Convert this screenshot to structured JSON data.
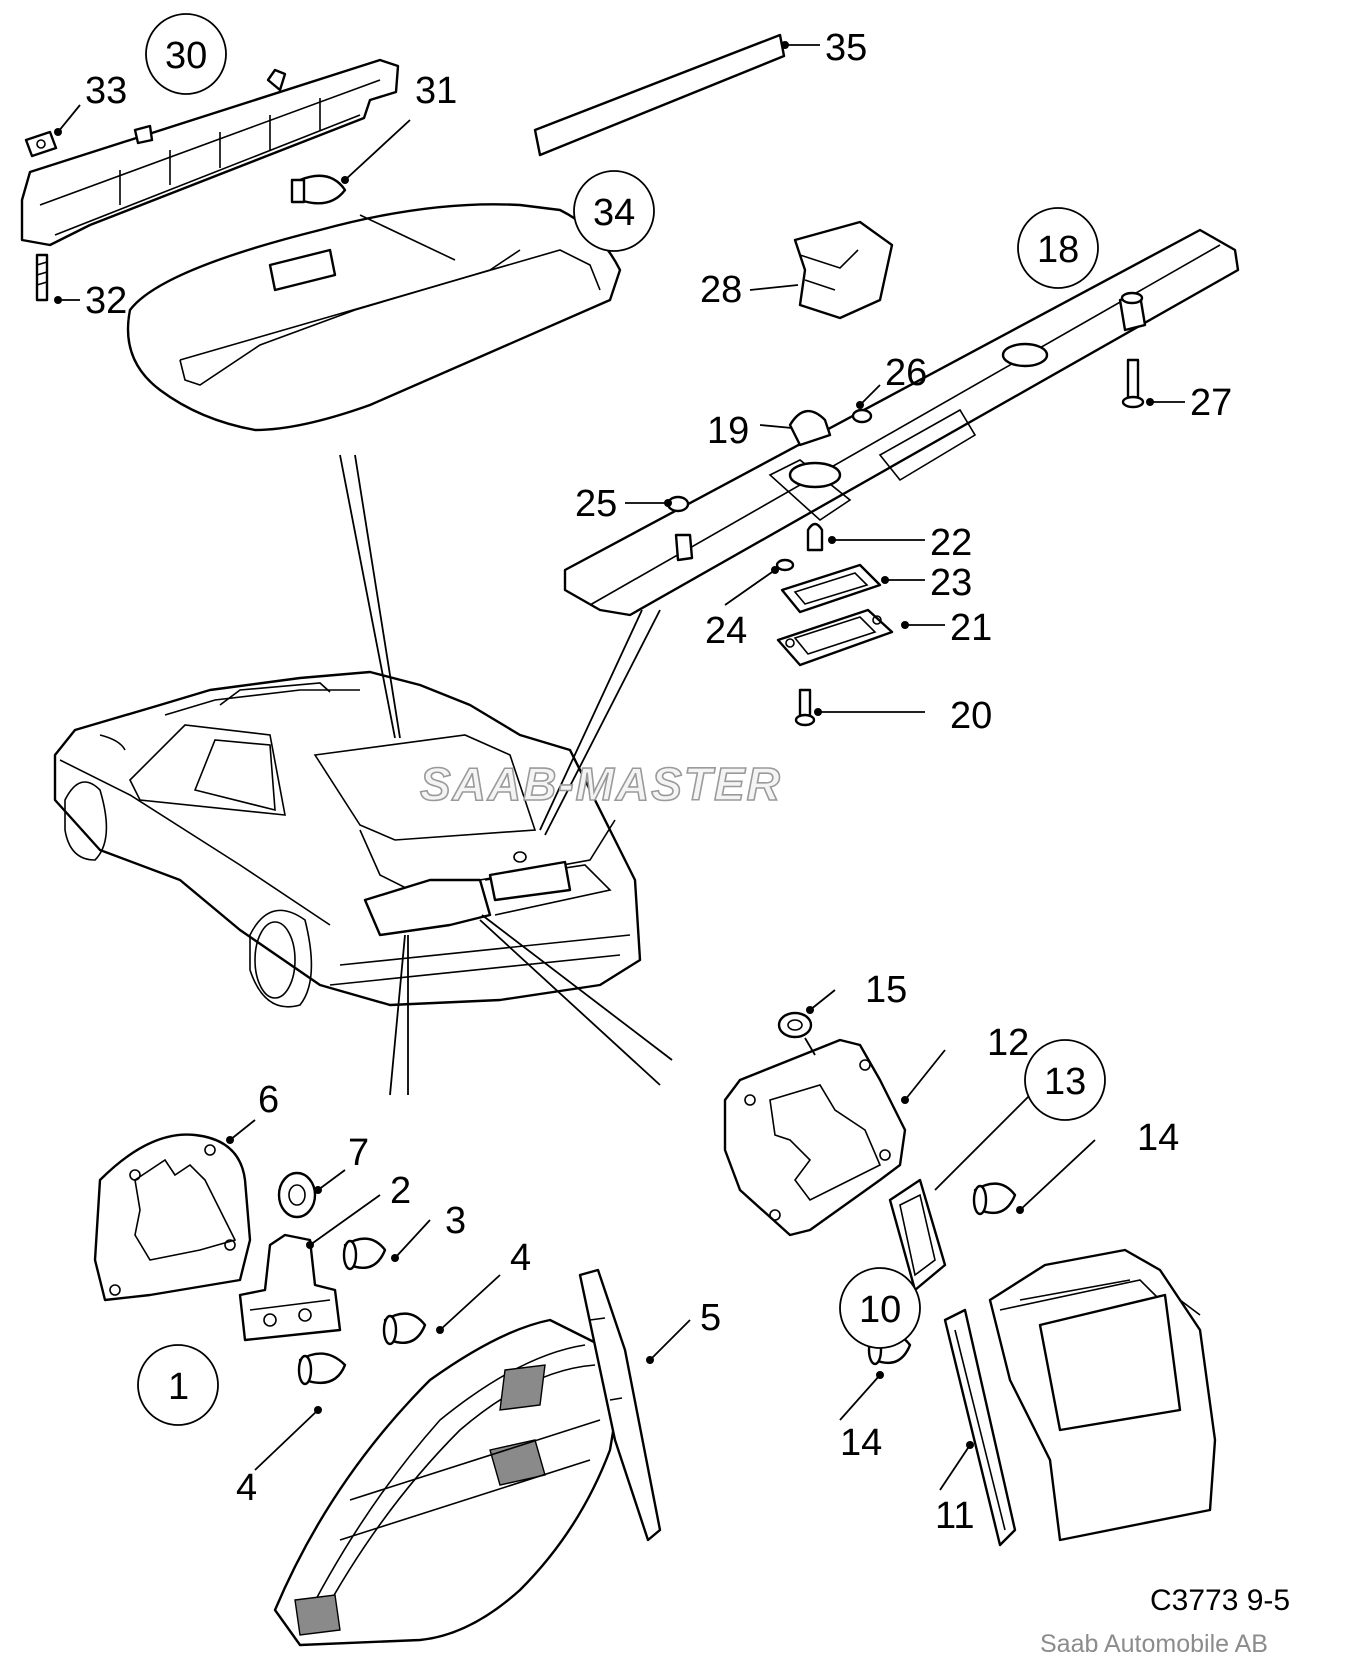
{
  "diagram": {
    "watermark": "SAAB-MASTER",
    "drawing_code": "C3773 9-5",
    "copyright": "Saab Automobile AB",
    "callouts": [
      {
        "id": "c1",
        "text": "1",
        "circled": true
      },
      {
        "id": "c2",
        "text": "2",
        "circled": false
      },
      {
        "id": "c3",
        "text": "3",
        "circled": false
      },
      {
        "id": "c4a",
        "text": "4",
        "circled": false
      },
      {
        "id": "c4b",
        "text": "4",
        "circled": false
      },
      {
        "id": "c5",
        "text": "5",
        "circled": false
      },
      {
        "id": "c6",
        "text": "6",
        "circled": false
      },
      {
        "id": "c7",
        "text": "7",
        "circled": false
      },
      {
        "id": "c10",
        "text": "10",
        "circled": true
      },
      {
        "id": "c11",
        "text": "11",
        "circled": false
      },
      {
        "id": "c12",
        "text": "12",
        "circled": false
      },
      {
        "id": "c13",
        "text": "13",
        "circled": true
      },
      {
        "id": "c14a",
        "text": "14",
        "circled": false
      },
      {
        "id": "c14b",
        "text": "14",
        "circled": false
      },
      {
        "id": "c15",
        "text": "15",
        "circled": false
      },
      {
        "id": "c18",
        "text": "18",
        "circled": true
      },
      {
        "id": "c19",
        "text": "19",
        "circled": false
      },
      {
        "id": "c20",
        "text": "20",
        "circled": false
      },
      {
        "id": "c21",
        "text": "21",
        "circled": false
      },
      {
        "id": "c22",
        "text": "22",
        "circled": false
      },
      {
        "id": "c23",
        "text": "23",
        "circled": false
      },
      {
        "id": "c24",
        "text": "24",
        "circled": false
      },
      {
        "id": "c25",
        "text": "25",
        "circled": false
      },
      {
        "id": "c26",
        "text": "26",
        "circled": false
      },
      {
        "id": "c27",
        "text": "27",
        "circled": false
      },
      {
        "id": "c28",
        "text": "28",
        "circled": false
      },
      {
        "id": "c30",
        "text": "30",
        "circled": true
      },
      {
        "id": "c31",
        "text": "31",
        "circled": false
      },
      {
        "id": "c32",
        "text": "32",
        "circled": false
      },
      {
        "id": "c33",
        "text": "33",
        "circled": false
      },
      {
        "id": "c34",
        "text": "34",
        "circled": true
      },
      {
        "id": "c35",
        "text": "35",
        "circled": false
      }
    ]
  }
}
